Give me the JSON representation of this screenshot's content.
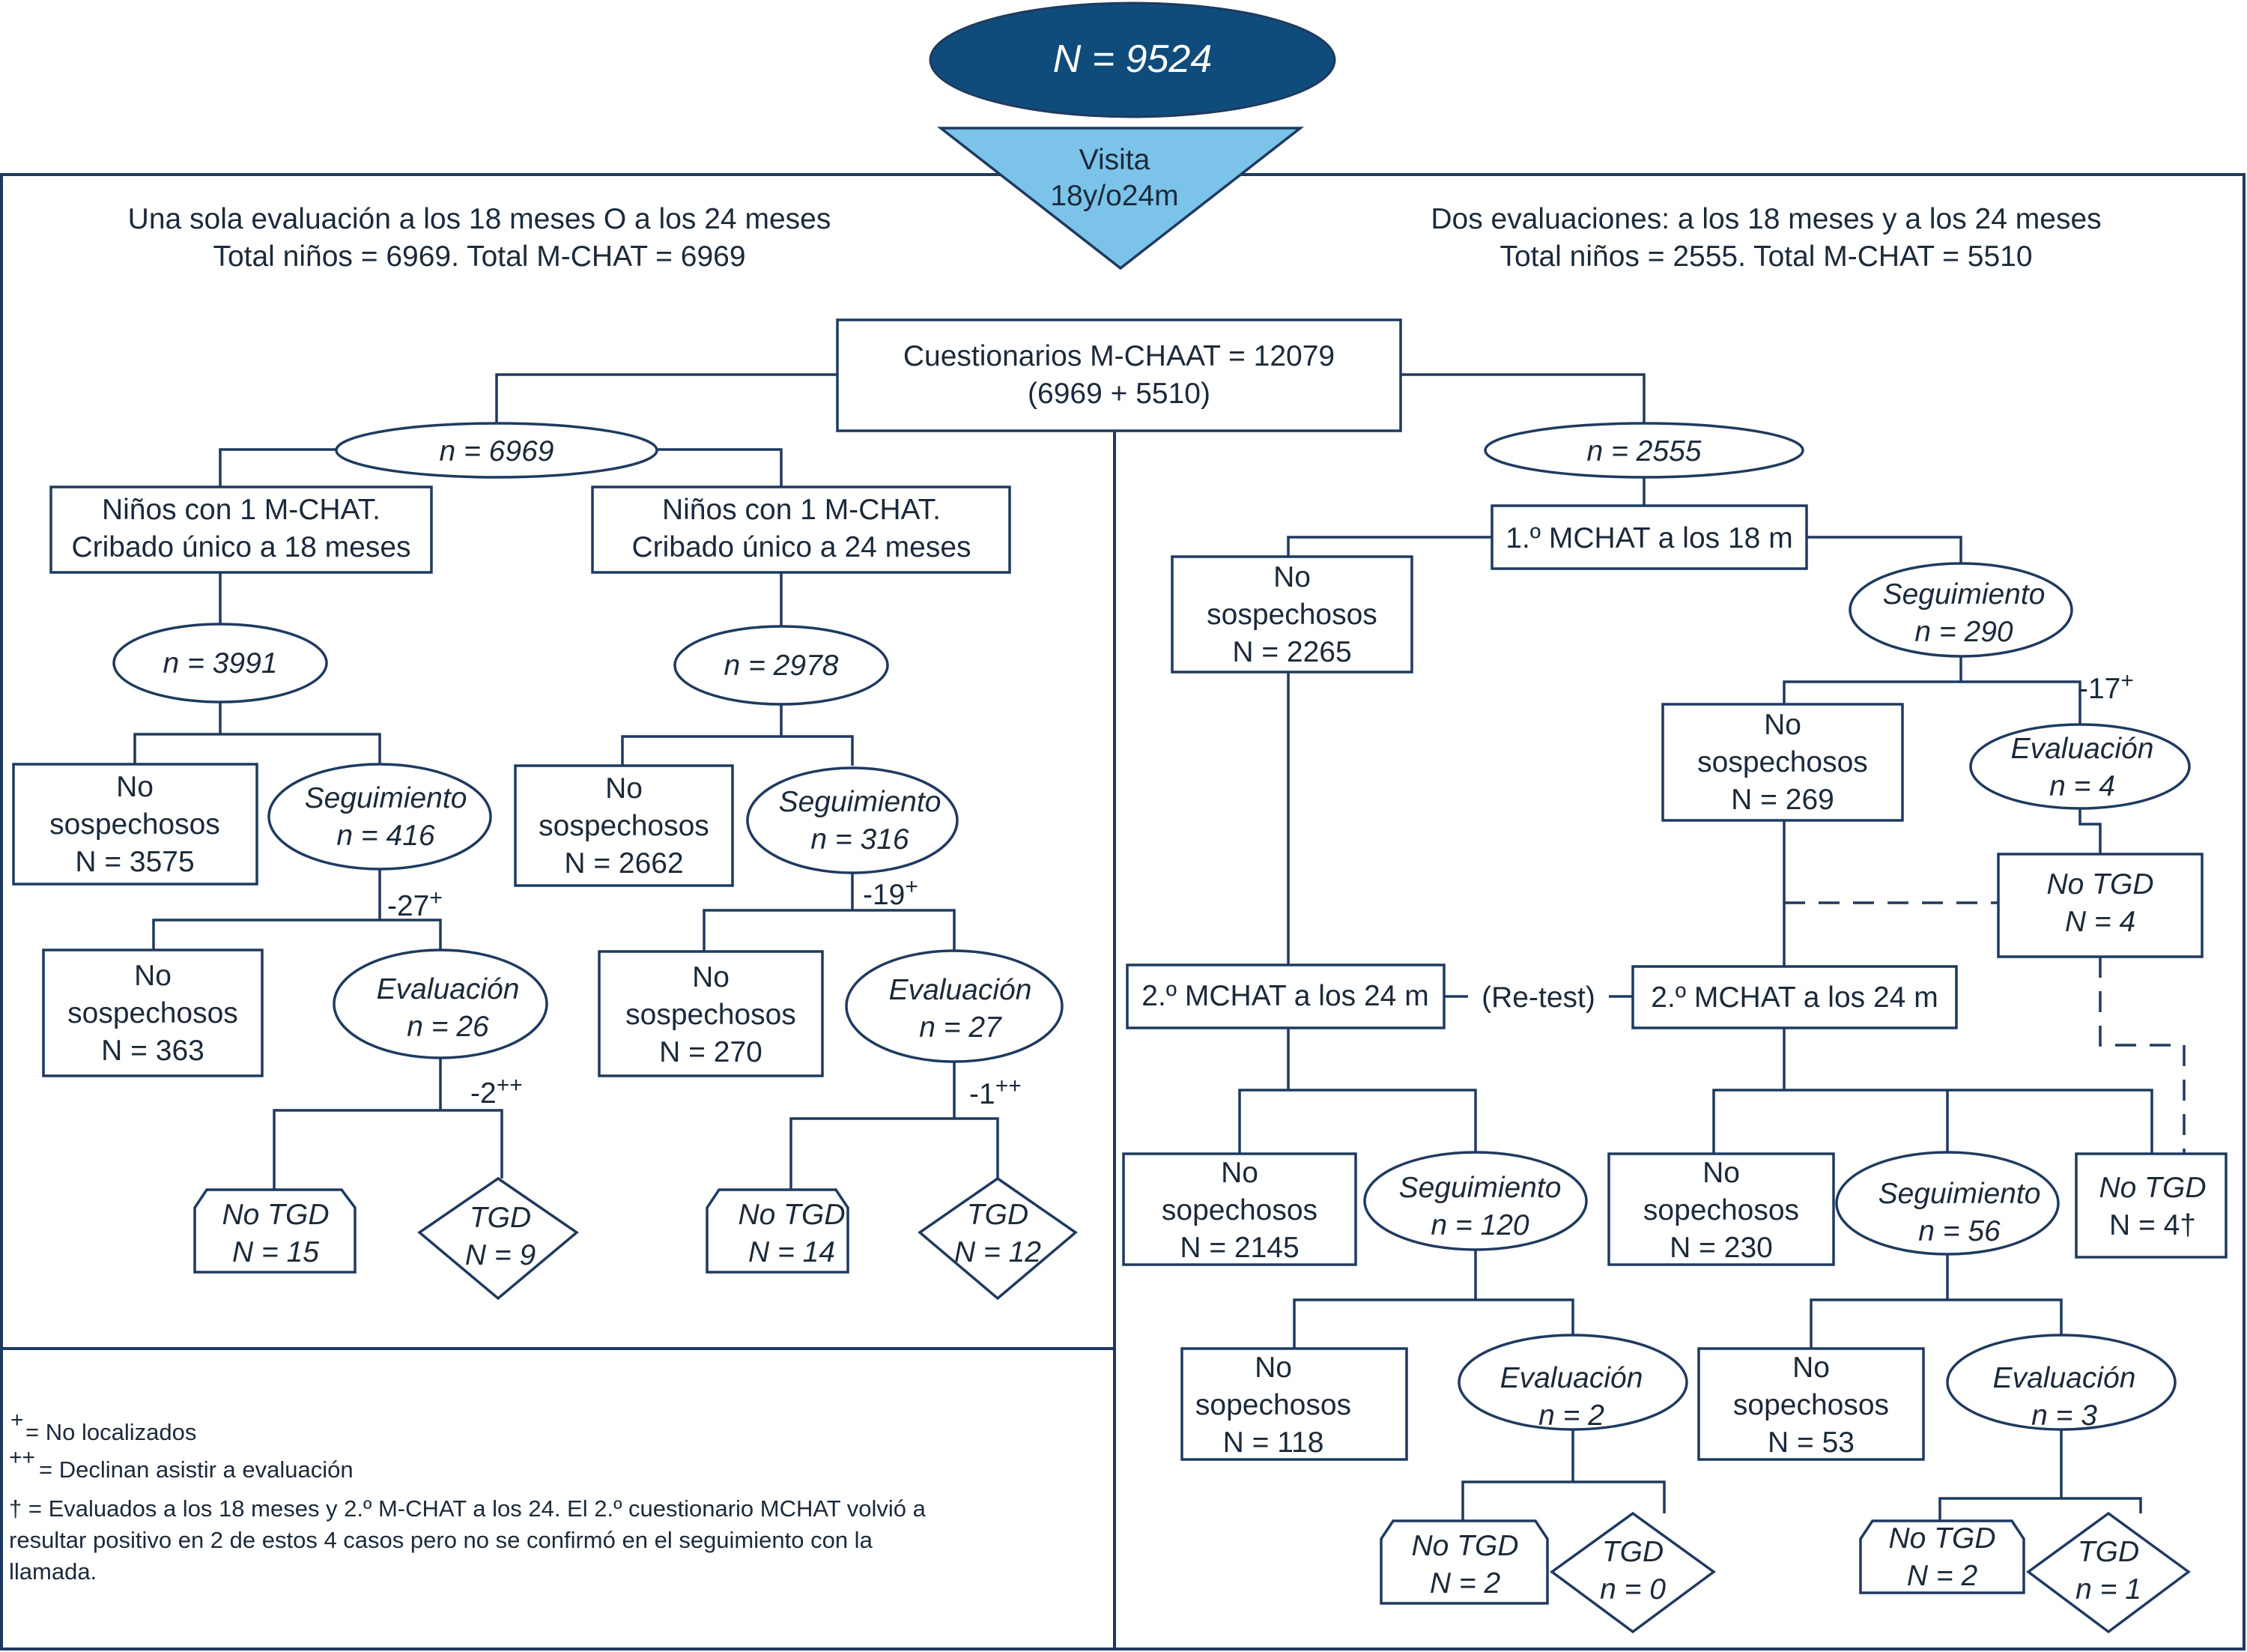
{
  "top": {
    "total": "N = 9524",
    "visit_l1": "Visita",
    "visit_l2": "18y/o24m"
  },
  "left_header": {
    "l1": "Una sola evaluación a los 18 meses O a los 24 meses",
    "l2": "Total niños  = 6969. Total M-CHAT = 6969"
  },
  "right_header": {
    "l1": "Dos evaluaciones: a los 18 meses y a los 24 meses",
    "l2": "Total niños  = 2555. Total M-CHAT = 5510"
  },
  "center": {
    "l1": "Cuestionarios M-CHAAT = 12079",
    "l2": "(6969 + 5510)"
  },
  "left": {
    "n": "n = 6969",
    "a": {
      "box_l1": "Niños con 1 M-CHAT.",
      "box_l2": "Cribado único a 18 meses",
      "n": "n = 3991",
      "ns": [
        "No",
        "sospechosos",
        "N = 3575"
      ],
      "seg": [
        "Seguimiento",
        "n = 416"
      ],
      "loss1": "-27",
      "loss1_sup": "+",
      "ns2": [
        "No",
        "sospechosos",
        "N = 363"
      ],
      "ev": [
        "Evaluación",
        "n = 26"
      ],
      "loss2": "-2",
      "loss2_sup": "++",
      "notgd": [
        "No TGD",
        "N = 15"
      ],
      "tgd": [
        "TGD",
        "N = 9"
      ]
    },
    "b": {
      "box_l1": "Niños con 1 M-CHAT.",
      "box_l2": "Cribado único a 24 meses",
      "n": "n = 2978",
      "ns": [
        "No",
        "sospechosos",
        "N = 2662"
      ],
      "seg": [
        "Seguimiento",
        "n = 316"
      ],
      "loss1": "-19",
      "loss1_sup": "+",
      "ns2": [
        "No",
        "sospechosos",
        "N = 270"
      ],
      "ev": [
        "Evaluación",
        "n = 27"
      ],
      "loss2": "-1",
      "loss2_sup": "++",
      "notgd": [
        "No TGD",
        "N = 14"
      ],
      "tgd": [
        "TGD",
        "N = 12"
      ]
    }
  },
  "right": {
    "n": "n = 2555",
    "first": "1.º MCHAT a los 18 m",
    "ns18": [
      "No",
      "sospechosos",
      "N = 2265"
    ],
    "seg18": [
      "Seguimiento",
      "n = 290"
    ],
    "loss": "-17",
    "loss_sup": "+",
    "ns18b": [
      "No",
      "sospechosos",
      "N = 269"
    ],
    "ev18": [
      "Evaluación",
      "n = 4"
    ],
    "notgd18": [
      "No TGD",
      "N = 4"
    ],
    "second_a": "2.º MCHAT a los 24 m",
    "retest": "(Re-test)",
    "second_b": "2.º MCHAT a los 24 m",
    "a": {
      "ns": [
        "No",
        "sopechosos",
        "N = 2145"
      ],
      "seg": [
        "Seguimiento",
        "n = 120"
      ],
      "ns2": [
        "No",
        "sopechosos",
        "N = 118"
      ],
      "ev": [
        "Evaluación",
        "n = 2"
      ],
      "notgd": [
        "No TGD",
        "N = 2"
      ],
      "tgd": [
        "TGD",
        "n = 0"
      ]
    },
    "b": {
      "ns": [
        "No",
        "sopechosos",
        "N = 230"
      ],
      "seg": [
        "Seguimiento",
        "n = 56"
      ],
      "notgd_dag": [
        "No TGD",
        "N = 4†"
      ],
      "ns2": [
        "No",
        "sopechosos",
        "N = 53"
      ],
      "ev": [
        "Evaluación",
        "n = 3"
      ],
      "notgd": [
        "No TGD",
        "N = 2"
      ],
      "tgd": [
        "TGD",
        "n = 1"
      ]
    }
  },
  "legend": {
    "plus_sym": "+",
    "plus": "=  No localizados",
    "pp_sym": "++",
    "pp": "=  Declinan asistir a evaluación",
    "dag_l1": "†  =  Evaluados a los 18 meses y 2.º M-CHAT a los 24. El 2.º cuestionario MCHAT volvió a",
    "dag_l2": "resultar positivo en 2 de estos 4 casos pero no se confirmó en el seguimiento con la",
    "dag_l3": "llamada."
  },
  "colors": {
    "oval_dark": "#0f4c7b",
    "triangle": "#7cc3ea",
    "line": "#1f3a5f"
  }
}
